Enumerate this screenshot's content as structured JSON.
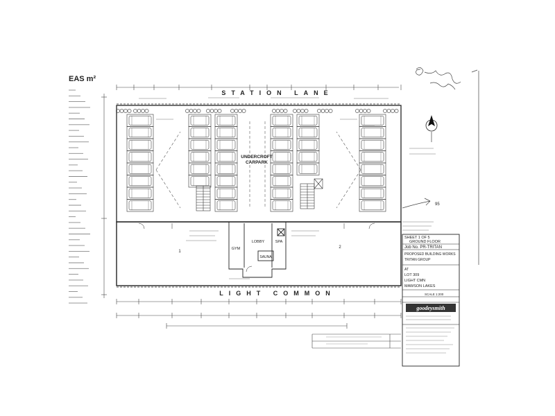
{
  "left_panel": {
    "heading": "EAS m²"
  },
  "streets": {
    "top": "STATION LANE",
    "bottom": "LIGHT COMMON"
  },
  "labels": {
    "carpark_line1": "UNDERCROFT",
    "carpark_line2": "CARPARK",
    "gym": "GYM",
    "lobby": "LOBBY",
    "spa": "SPA",
    "sauna": "SAUNA",
    "unit1": "1",
    "unit2": "2",
    "mark95": "95"
  },
  "title_block": {
    "sheet": "SHEET 1 OF 5",
    "sheet_title": "GROUND FLOOR",
    "job": "Job No. PR-TRITAN",
    "project_line1": "PROPOSED BUILDING WORKS",
    "project_line2": "TRITAN GROUP",
    "at": "AT",
    "location_line1": "LOT 309",
    "location_line2": "LIGHT CMN",
    "location_line3": "MAWSON LAKES",
    "scale": "SCALE 1:200",
    "firm": "goodeysmith"
  }
}
